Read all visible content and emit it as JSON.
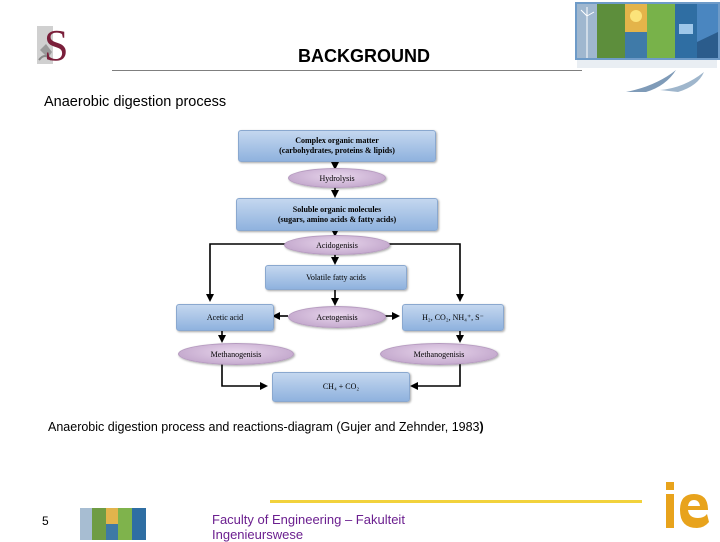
{
  "slide": {
    "title": "BACKGROUND",
    "subtitle": "Anaerobic digestion process",
    "caption_main": "Anaerobic digestion process and reactions-diagram (Gujer and Zehnder, 1983",
    "caption_close": ")",
    "slide_number": "5",
    "footer_text": "Faculty of Engineering – Fakulteit Ingenieurswese"
  },
  "diagram": {
    "complex_line1": "Complex organic matter",
    "complex_line2": "(carbohydrates, proteins & lipids)",
    "hydrolysis": "Hydrolysis",
    "soluble_line1": "Soluble organic molecules",
    "soluble_line2": "(sugars, amino acids & fatty acids)",
    "acidogenisis": "Acidogenisis",
    "vfa": "Volatile fatty acids",
    "acetic_acid": "Acetic acid",
    "acetogenisis": "Acetogenisis",
    "gases": "H₂, CO₂, NH₄⁺, S⁻",
    "methanogenisis_left": "Methanogenisis",
    "methanogenisis_right": "Methanogenisis",
    "products": "CH₄ + CO₂"
  },
  "colors": {
    "box_fill": "#a9c4e8",
    "oval_fill": "#d3bcdc",
    "footer_rule": "#f2d23c",
    "footer_text": "#6b1f8f",
    "ie_logo": "#e8a31c"
  },
  "icons": {
    "university_logo": "stellenbosch-s-logo",
    "banner": "renewable-energy-banner",
    "swirl": "blue-swirl-icon",
    "footer_strip": "landscape-photo-strip",
    "ie_logo": "ie-faculty-logo"
  }
}
